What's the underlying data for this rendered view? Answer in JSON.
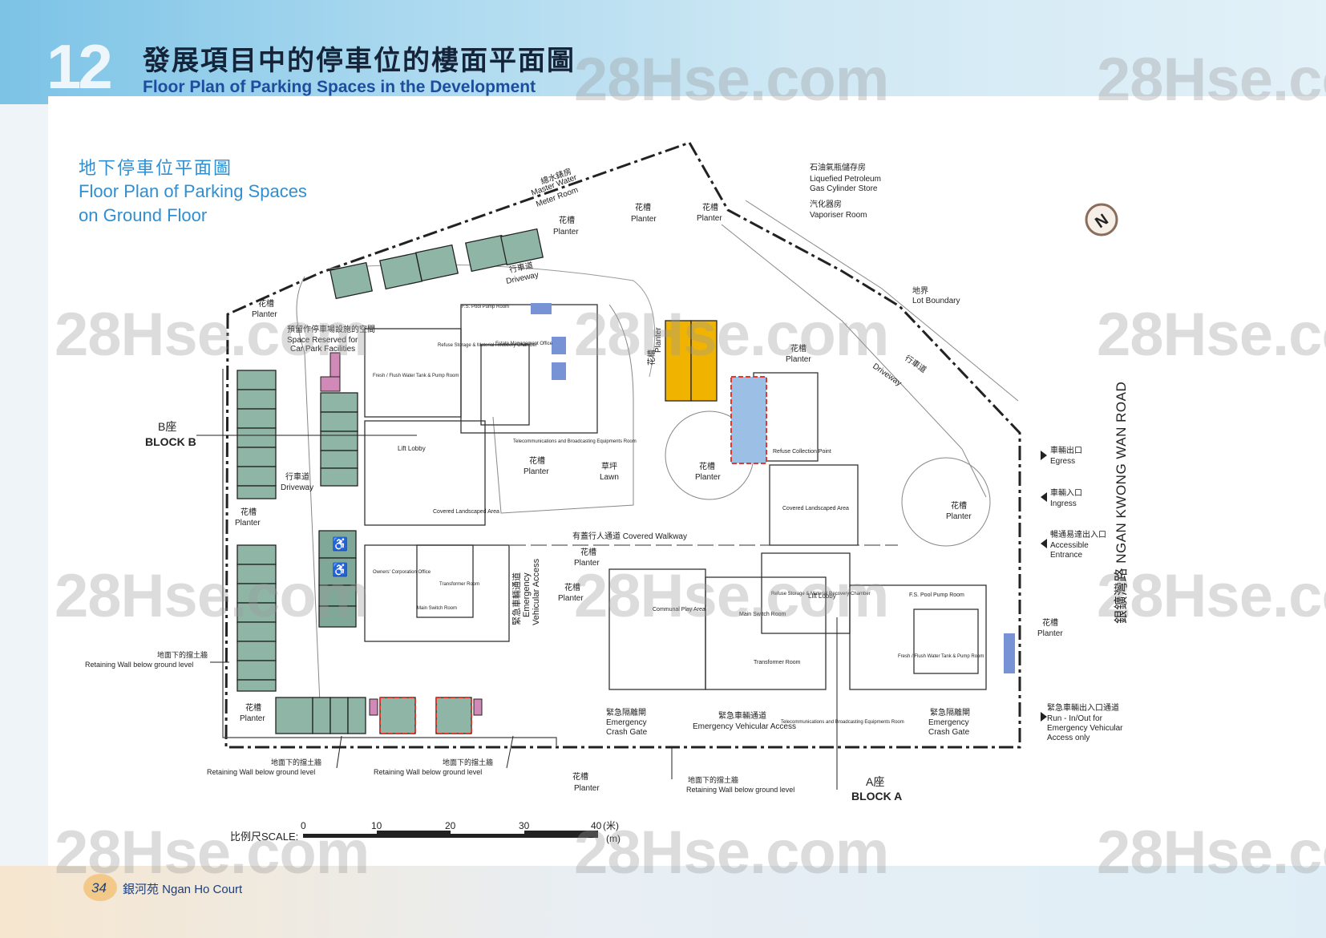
{
  "header": {
    "section_number": "12",
    "title_zh": "發展項目中的停車位的樓面平面圖",
    "title_en": "Floor Plan of Parking Spaces in the Development"
  },
  "subtitle": {
    "zh": "地下停車位平面圖",
    "en_line1": "Floor Plan of Parking Spaces",
    "en_line2": "on Ground Floor"
  },
  "labels": {
    "master_water_zh": "總水錶房",
    "master_water_en1": "Master Water",
    "master_water_en2": "Meter Room",
    "planter_zh": "花槽",
    "planter_en": "Planter",
    "lpg_zh": "石油氣瓶儲存房",
    "lpg_en1": "Liquefied Petroleum",
    "lpg_en2": "Gas Cylinder Store",
    "vaporiser_zh": "汽化器房",
    "vaporiser_en": "Vaporiser Room",
    "lot_boundary_zh": "地界",
    "lot_boundary_en": "Lot Boundary",
    "driveway_zh": "行車道",
    "driveway_en": "Driveway",
    "space_reserved_zh": "預留作停車場設施的空間",
    "space_reserved_en1": "Space Reserved for",
    "space_reserved_en2": "Car Park Facilities",
    "block_b_zh": "B座",
    "block_b_en": "BLOCK B",
    "block_a_zh": "A座",
    "block_a_en": "BLOCK A",
    "lift_lobby": "Lift Lobby",
    "lawn_zh": "草坪",
    "lawn_en": "Lawn",
    "covered_walkway": "有蓋行人通道 Covered Walkway",
    "covered_landscaped": "Covered Landscaped Area",
    "refuse_collection": "Refuse Collection Point",
    "fs_pump": "F.S. Pool Pump Room",
    "estate_office": "Estate Management Office",
    "telecom": "Telecommunications and Broadcasting Equipments Room",
    "fresh_water": "Fresh / Flush Water Tank & Pump Room",
    "owners_office": "Owners' Corporation Office",
    "transformer": "Transformer Room",
    "main_switch": "Main Switch Room",
    "communal_play": "Communal Play Area",
    "refuse_storage": "Refuse Storage & Material Recovery Chamber",
    "emergency_vehicular_zh": "緊急車輛通道",
    "emergency_vehicular_en1": "Emergency",
    "emergency_vehicular_en2": "Vehicular Access",
    "emergency_va_en": "Emergency Vehicular Access",
    "crash_gate_zh": "緊急隔離閘",
    "crash_gate_en1": "Emergency",
    "crash_gate_en2": "Crash Gate",
    "retaining_zh": "地面下的擋土牆",
    "retaining_en": "Retaining Wall below ground level",
    "egress_zh": "車輛出口",
    "egress_en": "Egress",
    "ingress_zh": "車輛入口",
    "ingress_en": "Ingress",
    "accessible_zh": "暢通易達出入口",
    "accessible_en1": "Accessible",
    "accessible_en2": "Entrance",
    "run_in_zh": "緊急車輛出入口通道",
    "run_in_en1": "Run - In/Out for",
    "run_in_en2": "Emergency Vehicular",
    "run_in_en3": "Access only",
    "road_label": "銀鑛灣路 NGAN KWONG WAN ROAD",
    "north": "N"
  },
  "scale": {
    "label": "比例尺SCALE:",
    "ticks": [
      "0",
      "10",
      "20",
      "30",
      "40"
    ],
    "unit_zh": "(米)",
    "unit_en": "(m)"
  },
  "watermark": {
    "text": "28Hse.com",
    "logo": "28"
  },
  "footer": {
    "page_number": "34",
    "project_name": "銀河苑 Ngan Ho Court"
  },
  "colors": {
    "parking_space": "#8fb5a7",
    "accessible_parking": "#7fa898",
    "motorcycle": "#d18ab8",
    "loading_bay": "#f0b400",
    "refuse_bay": "#9cbfe6",
    "reserved_red": "#e03a2f",
    "title_blue": "#2f8fd1"
  }
}
